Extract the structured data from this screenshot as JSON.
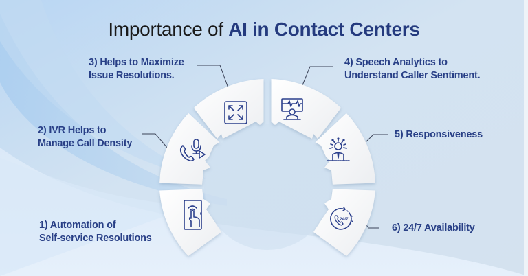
{
  "title": {
    "prefix": "Importance of ",
    "accent": "AI in Contact Centers"
  },
  "colors": {
    "label_text": "#283f86",
    "icon_stroke": "#2b3f8c",
    "title_text": "#1a1a1a",
    "title_accent": "#243a7e",
    "segment_fill": "#f4f5f7",
    "background": "#d6e4f1",
    "connector_line": "#3a4257"
  },
  "items": [
    {
      "number": "1)",
      "line1": "1) Automation of",
      "line2": "Self-service Resolutions",
      "icon": "touch-screen-tap-icon"
    },
    {
      "number": "2)",
      "line1": "2)  IVR Helps to",
      "line2": "Manage Call Density",
      "icon": "phone-microphone-play-icon"
    },
    {
      "number": "3)",
      "line1": "3) Helps to Maximize",
      "line2": "Issue Resolutions.",
      "icon": "expand-arrows-icon"
    },
    {
      "number": "4)",
      "line1": "4) Speech Analytics to",
      "line2": "Understand Caller Sentiment.",
      "icon": "monitor-heartbeat-person-icon"
    },
    {
      "number": "5)",
      "line1": "5) Responsiveness",
      "line2": "",
      "icon": "person-idea-rays-icon"
    },
    {
      "number": "6)",
      "line1": "6) 24/7 Availability",
      "line2": "",
      "icon": "clock-24-7-phone-icon"
    }
  ],
  "icon_badge_text": "24/7"
}
